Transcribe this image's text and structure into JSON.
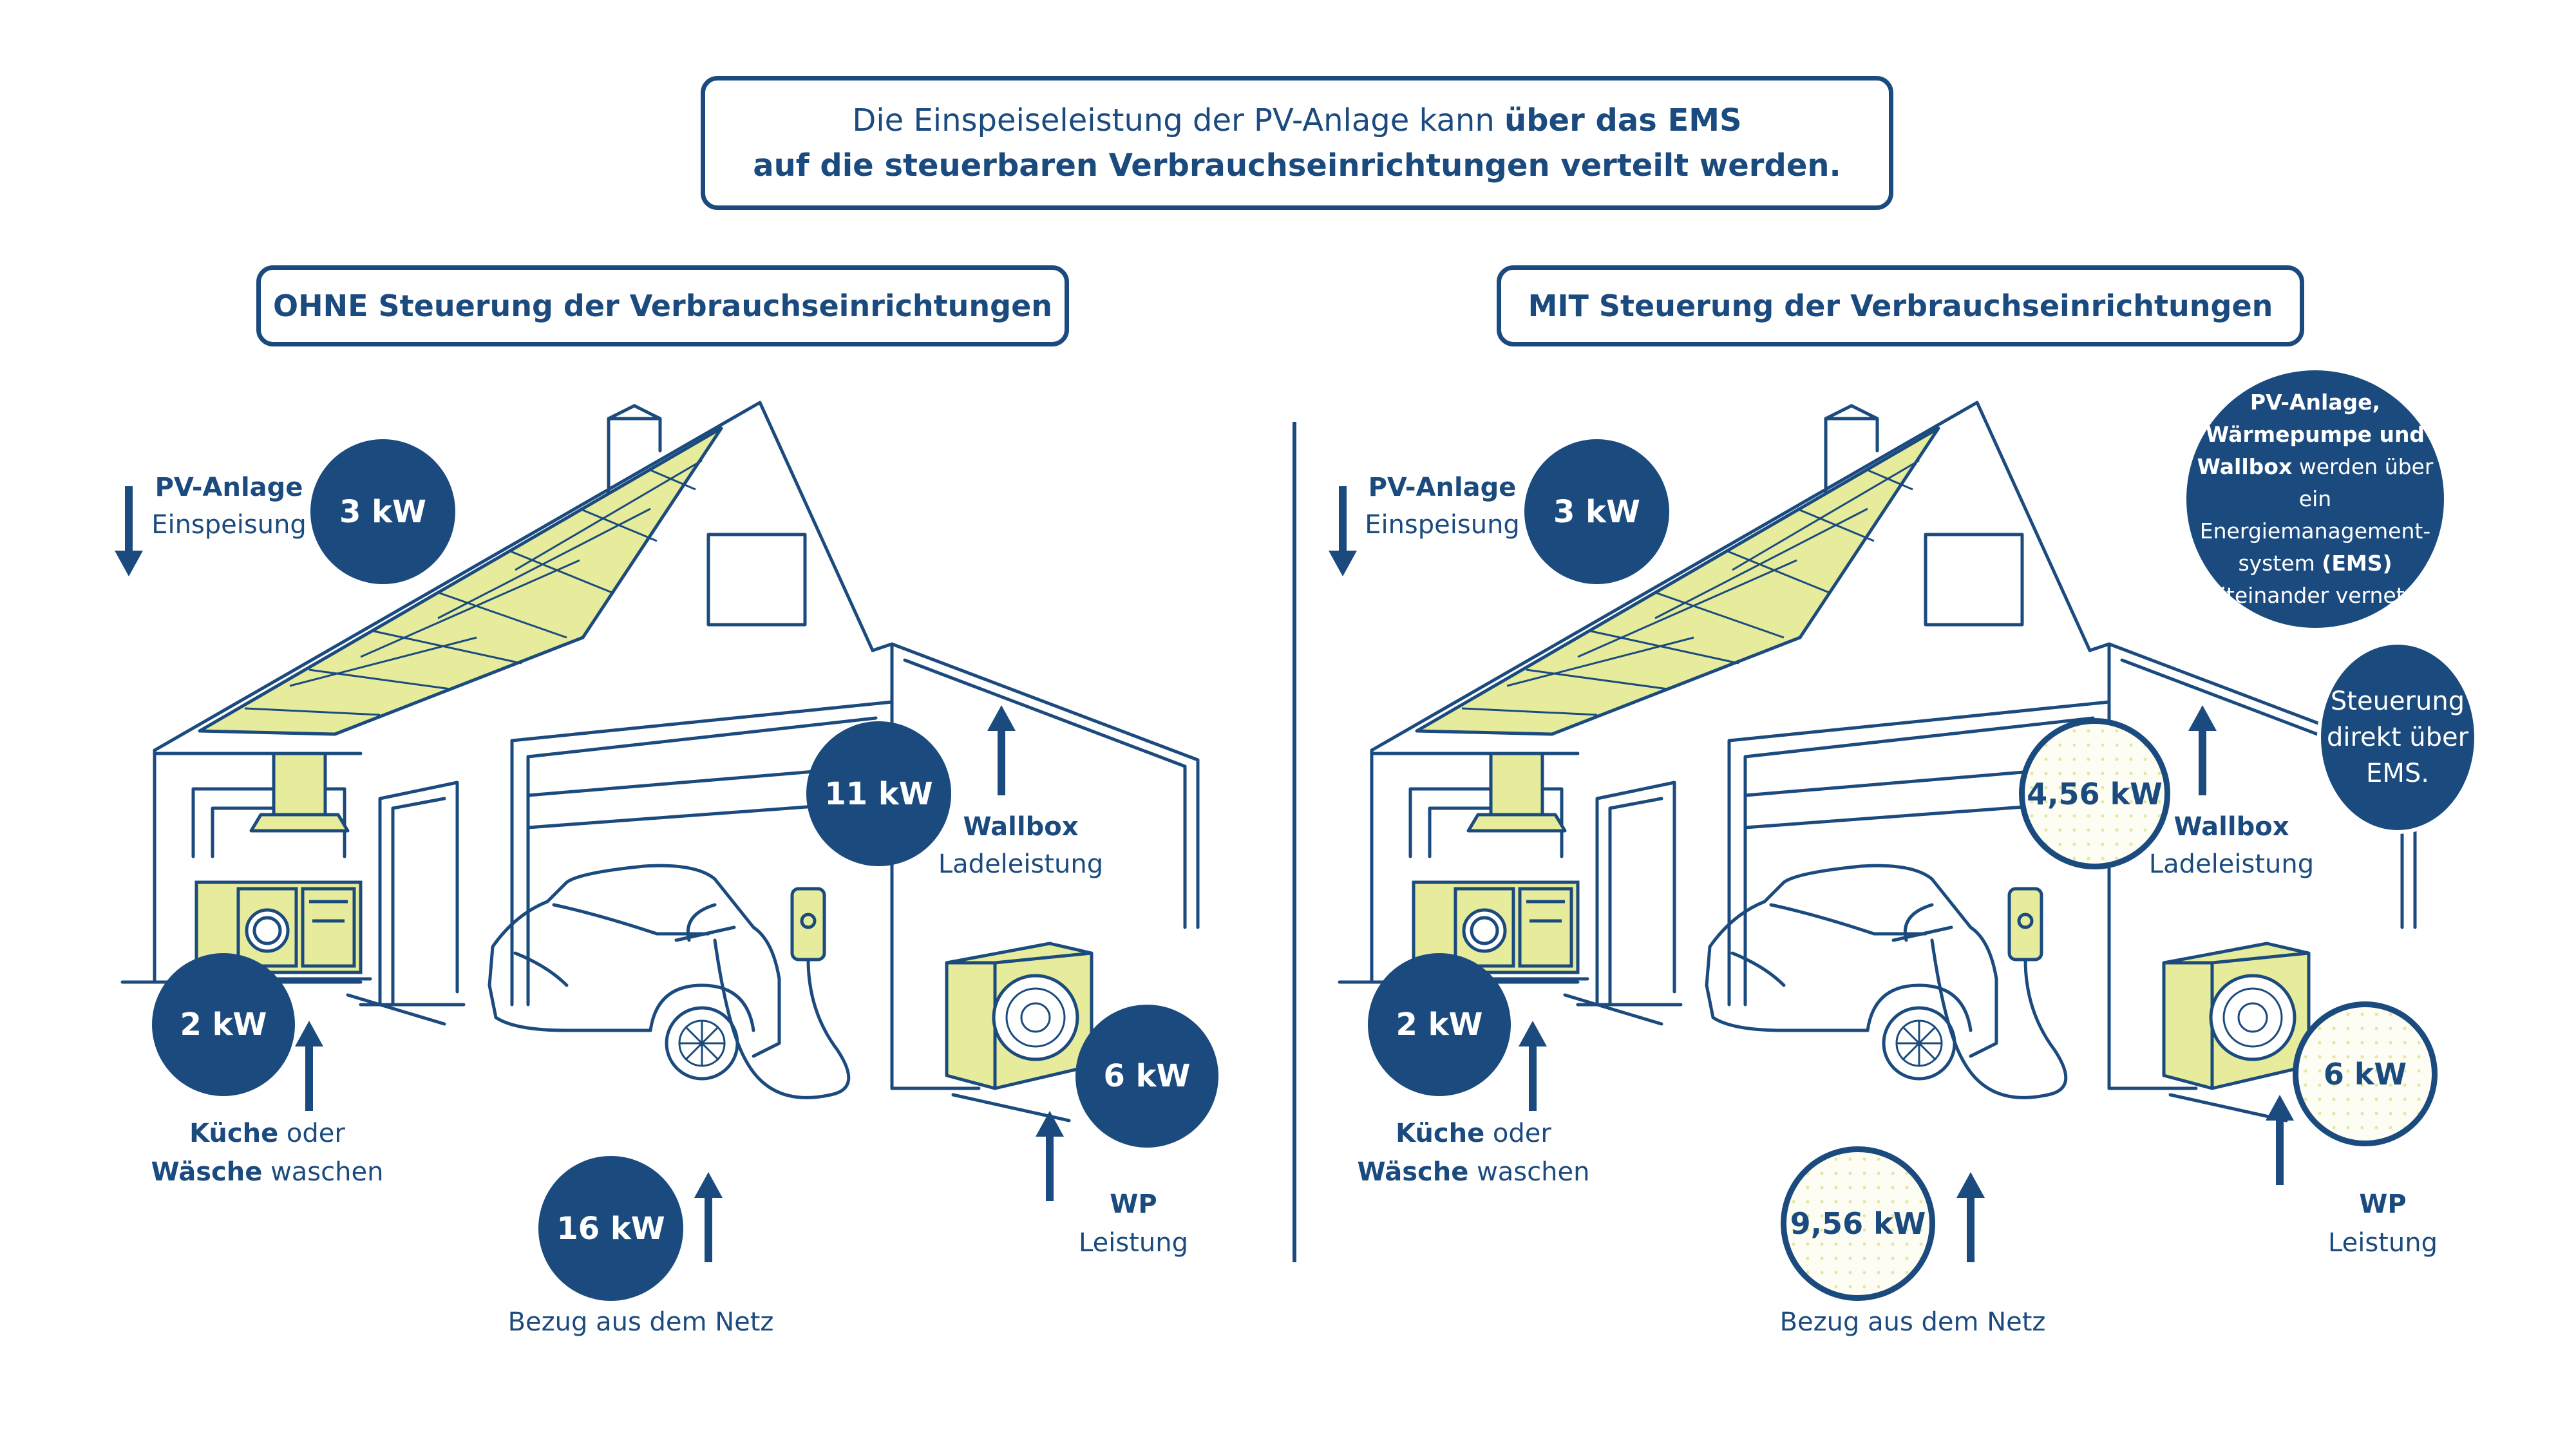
{
  "header": {
    "line1_normal": "Die Einspeiseleistung der PV-Anlage kann ",
    "line1_bold": "über das EMS",
    "line2_bold": "auf die steuerbaren Verbrauchseinrichtungen verteilt werden."
  },
  "left": {
    "title": "OHNE Steuerung der Verbrauchseinrichtungen",
    "pv_bold": "PV-Anlage",
    "pv_label": "Einspeisung",
    "pv_value": "3 kW",
    "wallbox_value": "11 kW",
    "wallbox_bold": "Wallbox",
    "wallbox_label": "Ladeleistung",
    "kitchen_value": "2 kW",
    "kitchen_bold1": "Küche",
    "kitchen_text1": " oder",
    "kitchen_bold2": "Wäsche",
    "kitchen_text2": " waschen",
    "grid_value": "16 kW",
    "grid_label": "Bezug aus dem Netz",
    "wp_value": "6 kW",
    "wp_bold": "WP",
    "wp_label": "Leistung"
  },
  "right": {
    "title": "MIT Steuerung der Verbrauchseinrichtungen",
    "pv_bold": "PV-Anlage",
    "pv_label": "Einspeisung",
    "pv_value": "3 kW",
    "wallbox_value": "4,56 kW",
    "wallbox_bold": "Wallbox",
    "wallbox_label": "Ladeleistung",
    "kitchen_value": "2 kW",
    "kitchen_bold1": "Küche",
    "kitchen_text1": " oder",
    "kitchen_bold2": "Wäsche",
    "kitchen_text2": " waschen",
    "grid_value": "9,56 kW",
    "grid_label": "Bezug aus dem Netz",
    "wp_value": "6 kW",
    "wp_bold": "WP",
    "wp_label": "Leistung",
    "ems_info": {
      "b1": "PV-Anlage,",
      "b2": "Wärmepumpe und",
      "b3": "Wallbox",
      "t3": " werden über",
      "t4": "ein Energiemanagement-",
      "t5a": "system ",
      "b5": "(EMS)",
      "t6": "miteinander vernetzt."
    },
    "ems_control": {
      "l1": "Steuerung",
      "l2": "direkt über",
      "l3": "EMS."
    }
  },
  "colors": {
    "navy": "#1b4b7e",
    "panel_yellow": "#e6ec9c",
    "background": "#ffffff"
  }
}
